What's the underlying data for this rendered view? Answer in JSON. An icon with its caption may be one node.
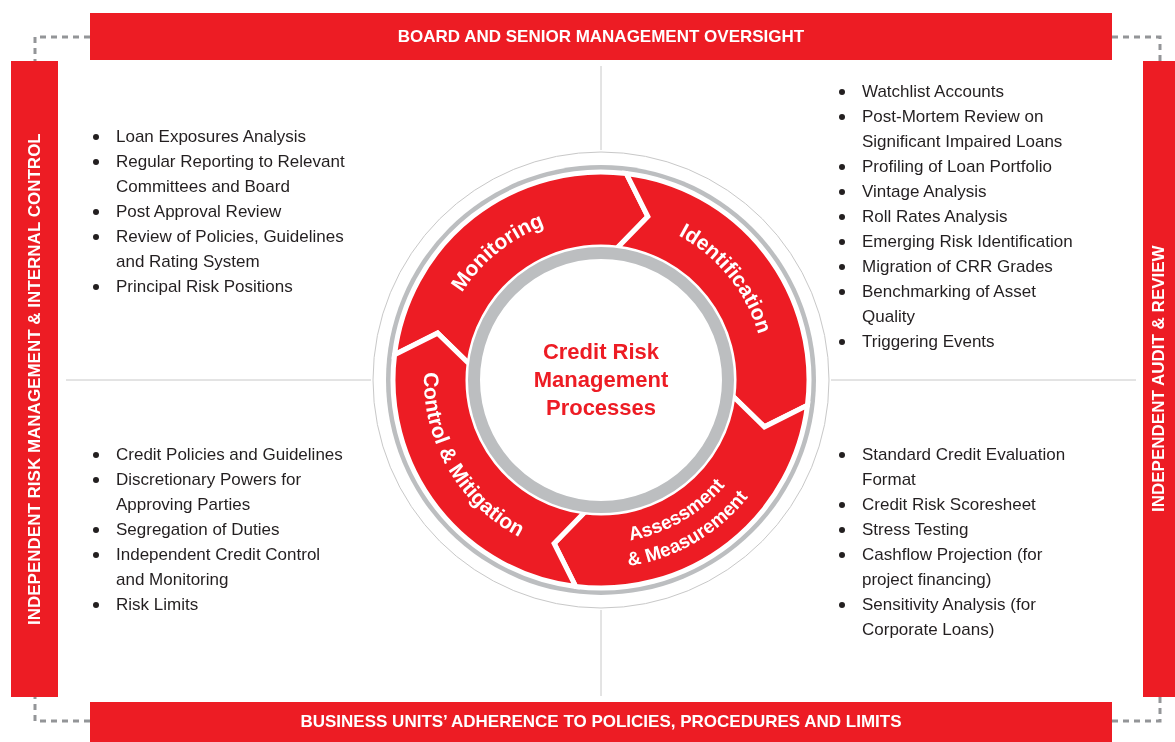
{
  "diagram": {
    "nodes": [
      {
        "text": [
          "BOARD AND SENIOR MANAGEMENT OVERSIGHT"
        ]
      },
      {
        "text": [
          "INDEPENDENT RISK MANAGEMENT & INTERNAL CONTROL"
        ]
      },
      {
        "text": [
          "INDEPENDENT AUDIT & REVIEW"
        ]
      },
      {
        "text": [
          "BUSINESS UNITS’ ADHERENCE TO POLICIES, PROCEDURES AND LIMITS"
        ]
      },
      {
        "text": [
          "Credit Risk Management Processes"
        ]
      },
      {
        "text": [
          "Monitoring"
        ]
      },
      {
        "text": [
          "Identification"
        ]
      },
      {
        "text": [
          "Assessment & Measurement"
        ]
      },
      {
        "text": [
          "Control & Mitigation"
        ]
      }
    ],
    "edges": [
      {
        "from": 0,
        "to": 1,
        "arrow": "none",
        "style": "dashed"
      },
      {
        "from": 0,
        "to": 2,
        "arrow": "none",
        "style": "dashed"
      },
      {
        "from": 3,
        "to": 1,
        "arrow": "none",
        "style": "dashed"
      },
      {
        "from": 3,
        "to": 2,
        "arrow": "none",
        "style": "dashed"
      }
    ],
    "labels": [
      "Loan Exposures Analysis",
      "Regular Reporting to Relevant Committees and Board",
      "Post Approval Review",
      "Review of Policies, Guidelines and Rating System",
      "Principal Risk Positions",
      "Watchlist Accounts",
      "Post-Mortem Review on Significant Impaired Loans",
      "Profiling of Loan Portfolio",
      "Vintage Analysis",
      "Roll Rates Analysis",
      "Emerging Risk Identification",
      "Migration of CRR Grades",
      "Benchmarking of Asset Quality",
      "Triggering Events",
      "Credit Policies and Guidelines",
      "Discretionary Powers for Approving Parties",
      "Segregation of Duties",
      "Independent Credit Control and Monitoring",
      "Risk Limits",
      "Standard Credit Evaluation Format",
      "Credit Risk Scoresheet",
      "Stress Testing",
      "Cashflow Projection (for project financing)",
      "Sensitivity Analysis (for Corporate Loans)"
    ]
  }
}
